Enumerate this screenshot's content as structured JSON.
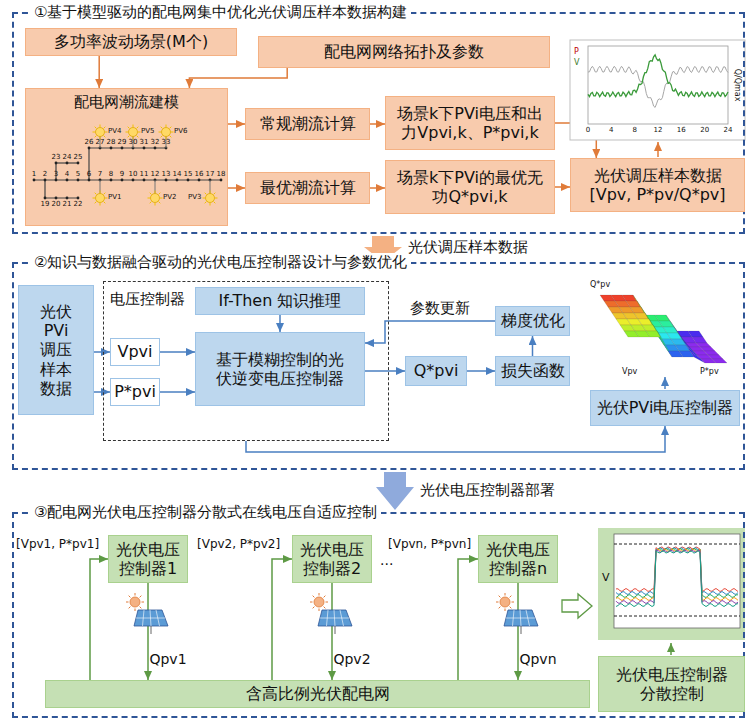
{
  "diagram": {
    "nodes": [
      {
        "text": [
          "①基于模型驱动的配电网集中优化光伏调压样本数据构建"
        ]
      },
      {
        "text": [
          "多功率波动场景(M个)"
        ],
        "in": 0
      },
      {
        "text": [
          "配电网网络拓扑及参数"
        ],
        "in": 0
      },
      {
        "text": [
          "配电网潮流建模"
        ],
        "in": 0
      },
      {
        "text": [
          "常规潮流计算"
        ],
        "in": 0
      },
      {
        "text": [
          "场景k下PVi电压和出力Vpvi,k、P*pvi,k"
        ],
        "in": 0
      },
      {
        "text": [
          "最优潮流计算"
        ],
        "in": 0
      },
      {
        "text": [
          "场景k下PVi的最优无功Q*pvi,k"
        ],
        "in": 0
      },
      {
        "text": [
          "光伏调压样本数据 [Vpv, P*pv/Q*pv]"
        ],
        "in": 0
      },
      {
        "text": [
          "②知识与数据融合驱动的光伏电压控制器设计与参数优化"
        ]
      },
      {
        "text": [
          "光伏PVi调压样本数据"
        ],
        "in": 9
      },
      {
        "text": [
          "电压控制器"
        ],
        "in": 9
      },
      {
        "text": [
          "If-Then 知识推理"
        ],
        "in": 11
      },
      {
        "text": [
          "Vpvi"
        ],
        "in": 11
      },
      {
        "text": [
          "P*pvi"
        ],
        "in": 11
      },
      {
        "text": [
          "基于模糊控制的光伏逆变电压控制器"
        ],
        "in": 11
      },
      {
        "text": [
          "Q*pvi"
        ],
        "in": 9
      },
      {
        "text": [
          "损失函数"
        ],
        "in": 9
      },
      {
        "text": [
          "梯度优化"
        ],
        "in": 9
      },
      {
        "text": [
          "光伏PVi电压控制器"
        ],
        "in": 9
      },
      {
        "text": [
          "③配电网光伏电压控制器分散式在线电压自适应控制"
        ]
      },
      {
        "text": [
          "光伏电压控制器1"
        ],
        "in": 20
      },
      {
        "text": [
          "光伏电压控制器2"
        ],
        "in": 20
      },
      {
        "text": [
          "光伏电压控制器n"
        ],
        "in": 20
      },
      {
        "text": [
          "含高比例光伏配电网"
        ],
        "in": 20
      },
      {
        "text": [
          "光伏电压控制器分散控制"
        ],
        "in": 20
      }
    ],
    "edges": [
      {
        "from": 1,
        "to": 3,
        "arrow": "to"
      },
      {
        "from": 2,
        "to": 3,
        "arrow": "to"
      },
      {
        "from": 3,
        "to": 4,
        "arrow": "to"
      },
      {
        "from": 3,
        "to": 6,
        "arrow": "to"
      },
      {
        "from": 4,
        "to": 5,
        "arrow": "to"
      },
      {
        "from": 6,
        "to": 7,
        "arrow": "to"
      },
      {
        "from": 5,
        "to": 8,
        "arrow": "to"
      },
      {
        "from": 7,
        "to": 8,
        "arrow": "to"
      },
      {
        "from": 10,
        "to": 13,
        "arrow": "to"
      },
      {
        "from": 10,
        "to": 14,
        "arrow": "to"
      },
      {
        "from": 13,
        "to": 15,
        "arrow": "to"
      },
      {
        "from": 14,
        "to": 15,
        "arrow": "to"
      },
      {
        "from": 12,
        "to": 15,
        "arrow": "to"
      },
      {
        "from": 15,
        "to": 16,
        "arrow": "to"
      },
      {
        "from": 16,
        "to": 17,
        "arrow": "to"
      },
      {
        "from": 17,
        "to": 18,
        "arrow": "to"
      },
      {
        "from": 18,
        "to": 15,
        "label": "参数更新",
        "arrow": "to"
      },
      {
        "from": 11,
        "to": 19,
        "arrow": "to"
      },
      {
        "from": 21,
        "to": 24,
        "label": "Qpv1",
        "arrow": "to"
      },
      {
        "from": 22,
        "to": 24,
        "label": "Qpv2",
        "arrow": "to"
      },
      {
        "from": 23,
        "to": 24,
        "label": "Qpvn",
        "arrow": "to"
      },
      {
        "from": 24,
        "to": 21,
        "arrow": "to"
      },
      {
        "from": 24,
        "to": 22,
        "arrow": "to"
      },
      {
        "from": 24,
        "to": 23,
        "arrow": "to"
      }
    ],
    "labels": [
      "光伏调压样本数据",
      "光伏电压控制器部署",
      "1",
      "2",
      "3",
      "4",
      "5",
      "6",
      "7",
      "8",
      "9",
      "10",
      "11",
      "12",
      "13",
      "14",
      "15",
      "16",
      "17",
      "18",
      "19",
      "20",
      "21",
      "22",
      "23",
      "24",
      "25",
      "26",
      "27",
      "28",
      "29",
      "30",
      "31",
      "32",
      "33",
      "PV1",
      "PV2",
      "PV3",
      "PV4",
      "PV5",
      "PV6",
      "P",
      "V",
      "Q/Qmax",
      "0",
      "4",
      "8",
      "12",
      "16",
      "20",
      "24",
      "Q*pv",
      "Vpv",
      "P*pv",
      "[Vpv1, P*pv1]",
      "[Vpv2, P*pv2]",
      "···",
      "[Vpvn, P*pvn]",
      "V"
    ]
  }
}
